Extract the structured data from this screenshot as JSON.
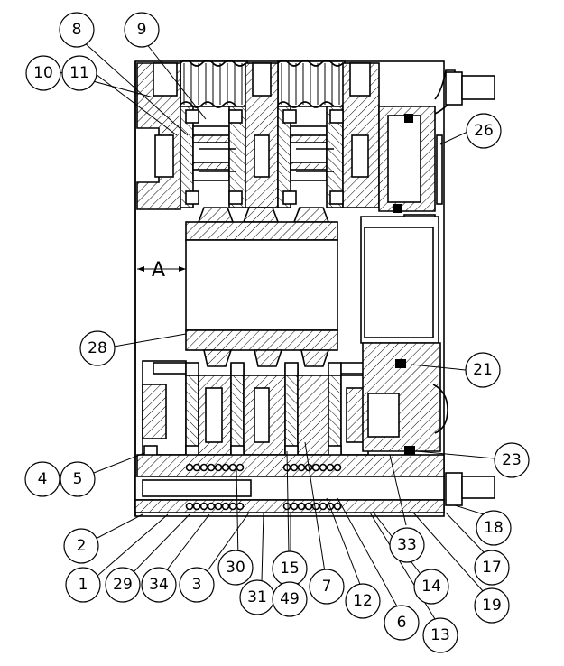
{
  "dimension_label": "A",
  "callouts": [
    {
      "id": "c8",
      "label": "8"
    },
    {
      "id": "c9",
      "label": "9"
    },
    {
      "id": "c10",
      "label": "10"
    },
    {
      "id": "c11",
      "label": "11"
    },
    {
      "id": "c26",
      "label": "26"
    },
    {
      "id": "c28",
      "label": "28"
    },
    {
      "id": "c21",
      "label": "21"
    },
    {
      "id": "c23",
      "label": "23"
    },
    {
      "id": "c4",
      "label": "4"
    },
    {
      "id": "c5",
      "label": "5"
    },
    {
      "id": "c2",
      "label": "2"
    },
    {
      "id": "c1",
      "label": "1"
    },
    {
      "id": "c29",
      "label": "29"
    },
    {
      "id": "c34",
      "label": "34"
    },
    {
      "id": "c3",
      "label": "3"
    },
    {
      "id": "c30",
      "label": "30"
    },
    {
      "id": "c31",
      "label": "31"
    },
    {
      "id": "c15",
      "label": "15"
    },
    {
      "id": "c49",
      "label": "49"
    },
    {
      "id": "c7",
      "label": "7"
    },
    {
      "id": "c12",
      "label": "12"
    },
    {
      "id": "c6",
      "label": "6"
    },
    {
      "id": "c13",
      "label": "13"
    },
    {
      "id": "c33",
      "label": "33"
    },
    {
      "id": "c14",
      "label": "14"
    },
    {
      "id": "c19",
      "label": "19"
    },
    {
      "id": "c17",
      "label": "17"
    },
    {
      "id": "c18",
      "label": "18"
    }
  ]
}
